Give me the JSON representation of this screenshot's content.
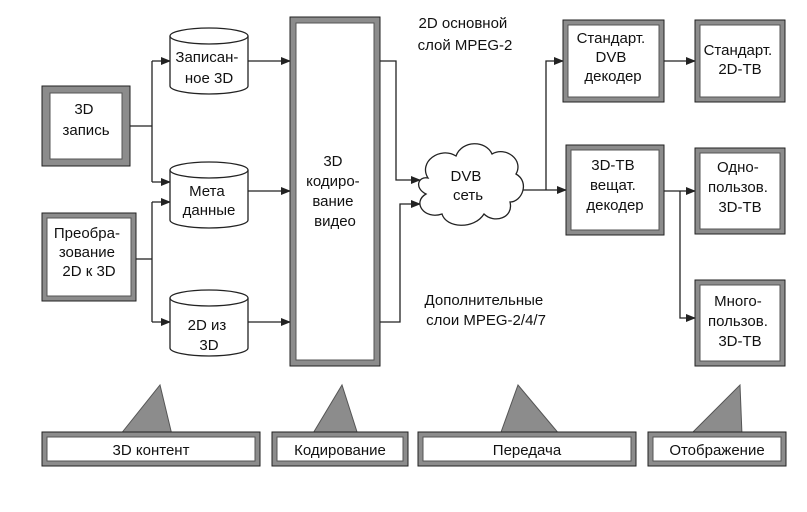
{
  "boxes": {
    "rec3d": [
      "3D",
      "запись"
    ],
    "conv2d3d": [
      "Преобра-",
      "зование",
      "2D к 3D"
    ],
    "encoder": [
      "3D",
      "кодиро-",
      "вание",
      "видео"
    ],
    "stddvb": [
      "Стандарт.",
      "DVB",
      "декодер"
    ],
    "std2dtv": [
      "Стандарт.",
      "2D-ТВ"
    ],
    "dec3d": [
      "3D-ТВ",
      "вещат.",
      "декодер"
    ],
    "single3dtv": [
      "Одно-",
      "пользов.",
      "3D-ТВ"
    ],
    "multi3dtv": [
      "Много-",
      "пользов.",
      "3D-ТВ"
    ]
  },
  "cylinders": {
    "recorded3d": [
      "Записан-",
      "ное 3D"
    ],
    "metadata": [
      "Мета",
      "данные"
    ],
    "from2d": [
      "2D из",
      "3D"
    ]
  },
  "cloud": [
    "DVB",
    "сеть"
  ],
  "labels": {
    "base_layer": [
      "2D основной",
      "слой MPEG-2"
    ],
    "extra_layers": [
      "Дополнительные",
      "слои MPEG-2/4/7"
    ]
  },
  "stages": [
    "3D контент",
    "Кодирование",
    "Передача",
    "Отображение"
  ]
}
